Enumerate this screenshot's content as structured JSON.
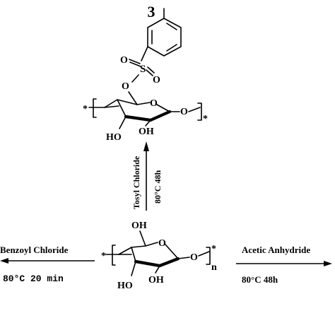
{
  "compound_number": "3",
  "atoms": {
    "top": {
      "S": "S",
      "O_upper": "O",
      "O_right": "O",
      "O_link": "O",
      "ring_O": "O",
      "glyc_O": "O",
      "HO": "HO",
      "OH": "OH",
      "star_left": "*",
      "star_right": "*"
    },
    "center": {
      "OH_top": "OH",
      "ring_O": "O",
      "glyc_O": "O",
      "HO": "HO",
      "OH": "OH",
      "n": "n",
      "star_left": "*",
      "star_right": "*"
    }
  },
  "arrows": {
    "up": {
      "reagent": "Tosyl Chloride",
      "condition": "80°C  48h"
    },
    "left": {
      "reagent": "Benzoyl Chloride",
      "condition": "80°C 20 min"
    },
    "right": {
      "reagent": "Acetic Anhydride",
      "condition": "80°C  48h"
    }
  }
}
